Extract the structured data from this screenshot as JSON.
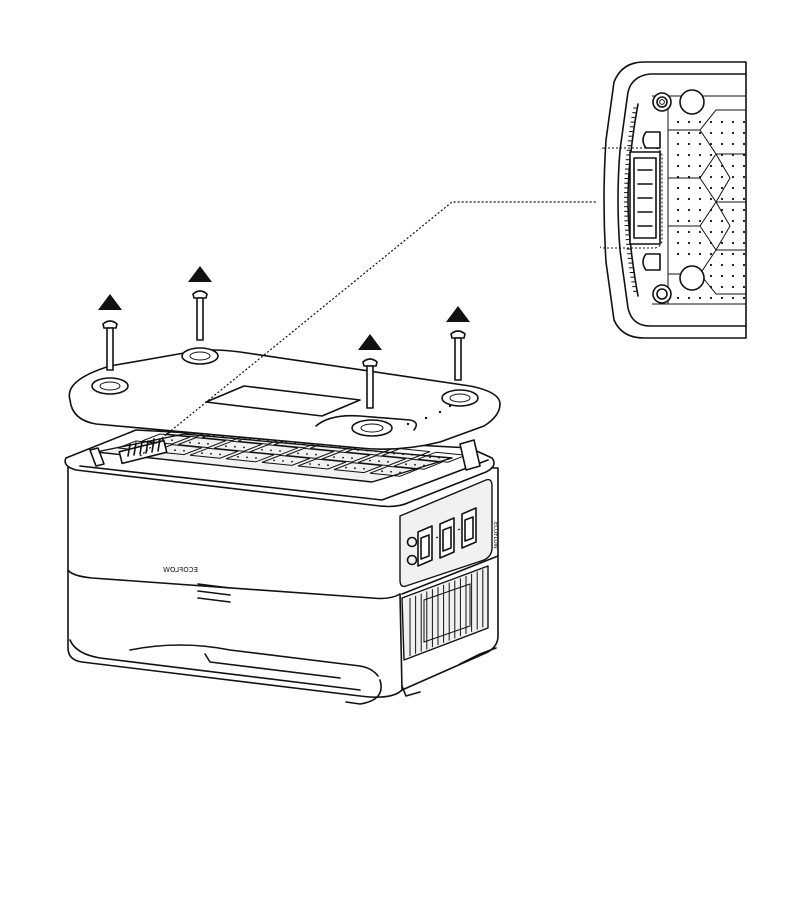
{
  "figure": {
    "brand_mark": "ECOFLOW",
    "side_mark": "ECOFLOW",
    "screws": [
      {
        "id": "screw-1",
        "direction": "up"
      },
      {
        "id": "screw-2",
        "direction": "up"
      },
      {
        "id": "screw-3",
        "direction": "up"
      },
      {
        "id": "screw-4",
        "direction": "up"
      }
    ],
    "colors": {
      "line": "#111111",
      "background": "#ffffff",
      "panel_fill": "#f1f1f1"
    },
    "icons": [
      "up-arrow-icon",
      "screw-icon",
      "callout-line",
      "connector-port"
    ]
  }
}
